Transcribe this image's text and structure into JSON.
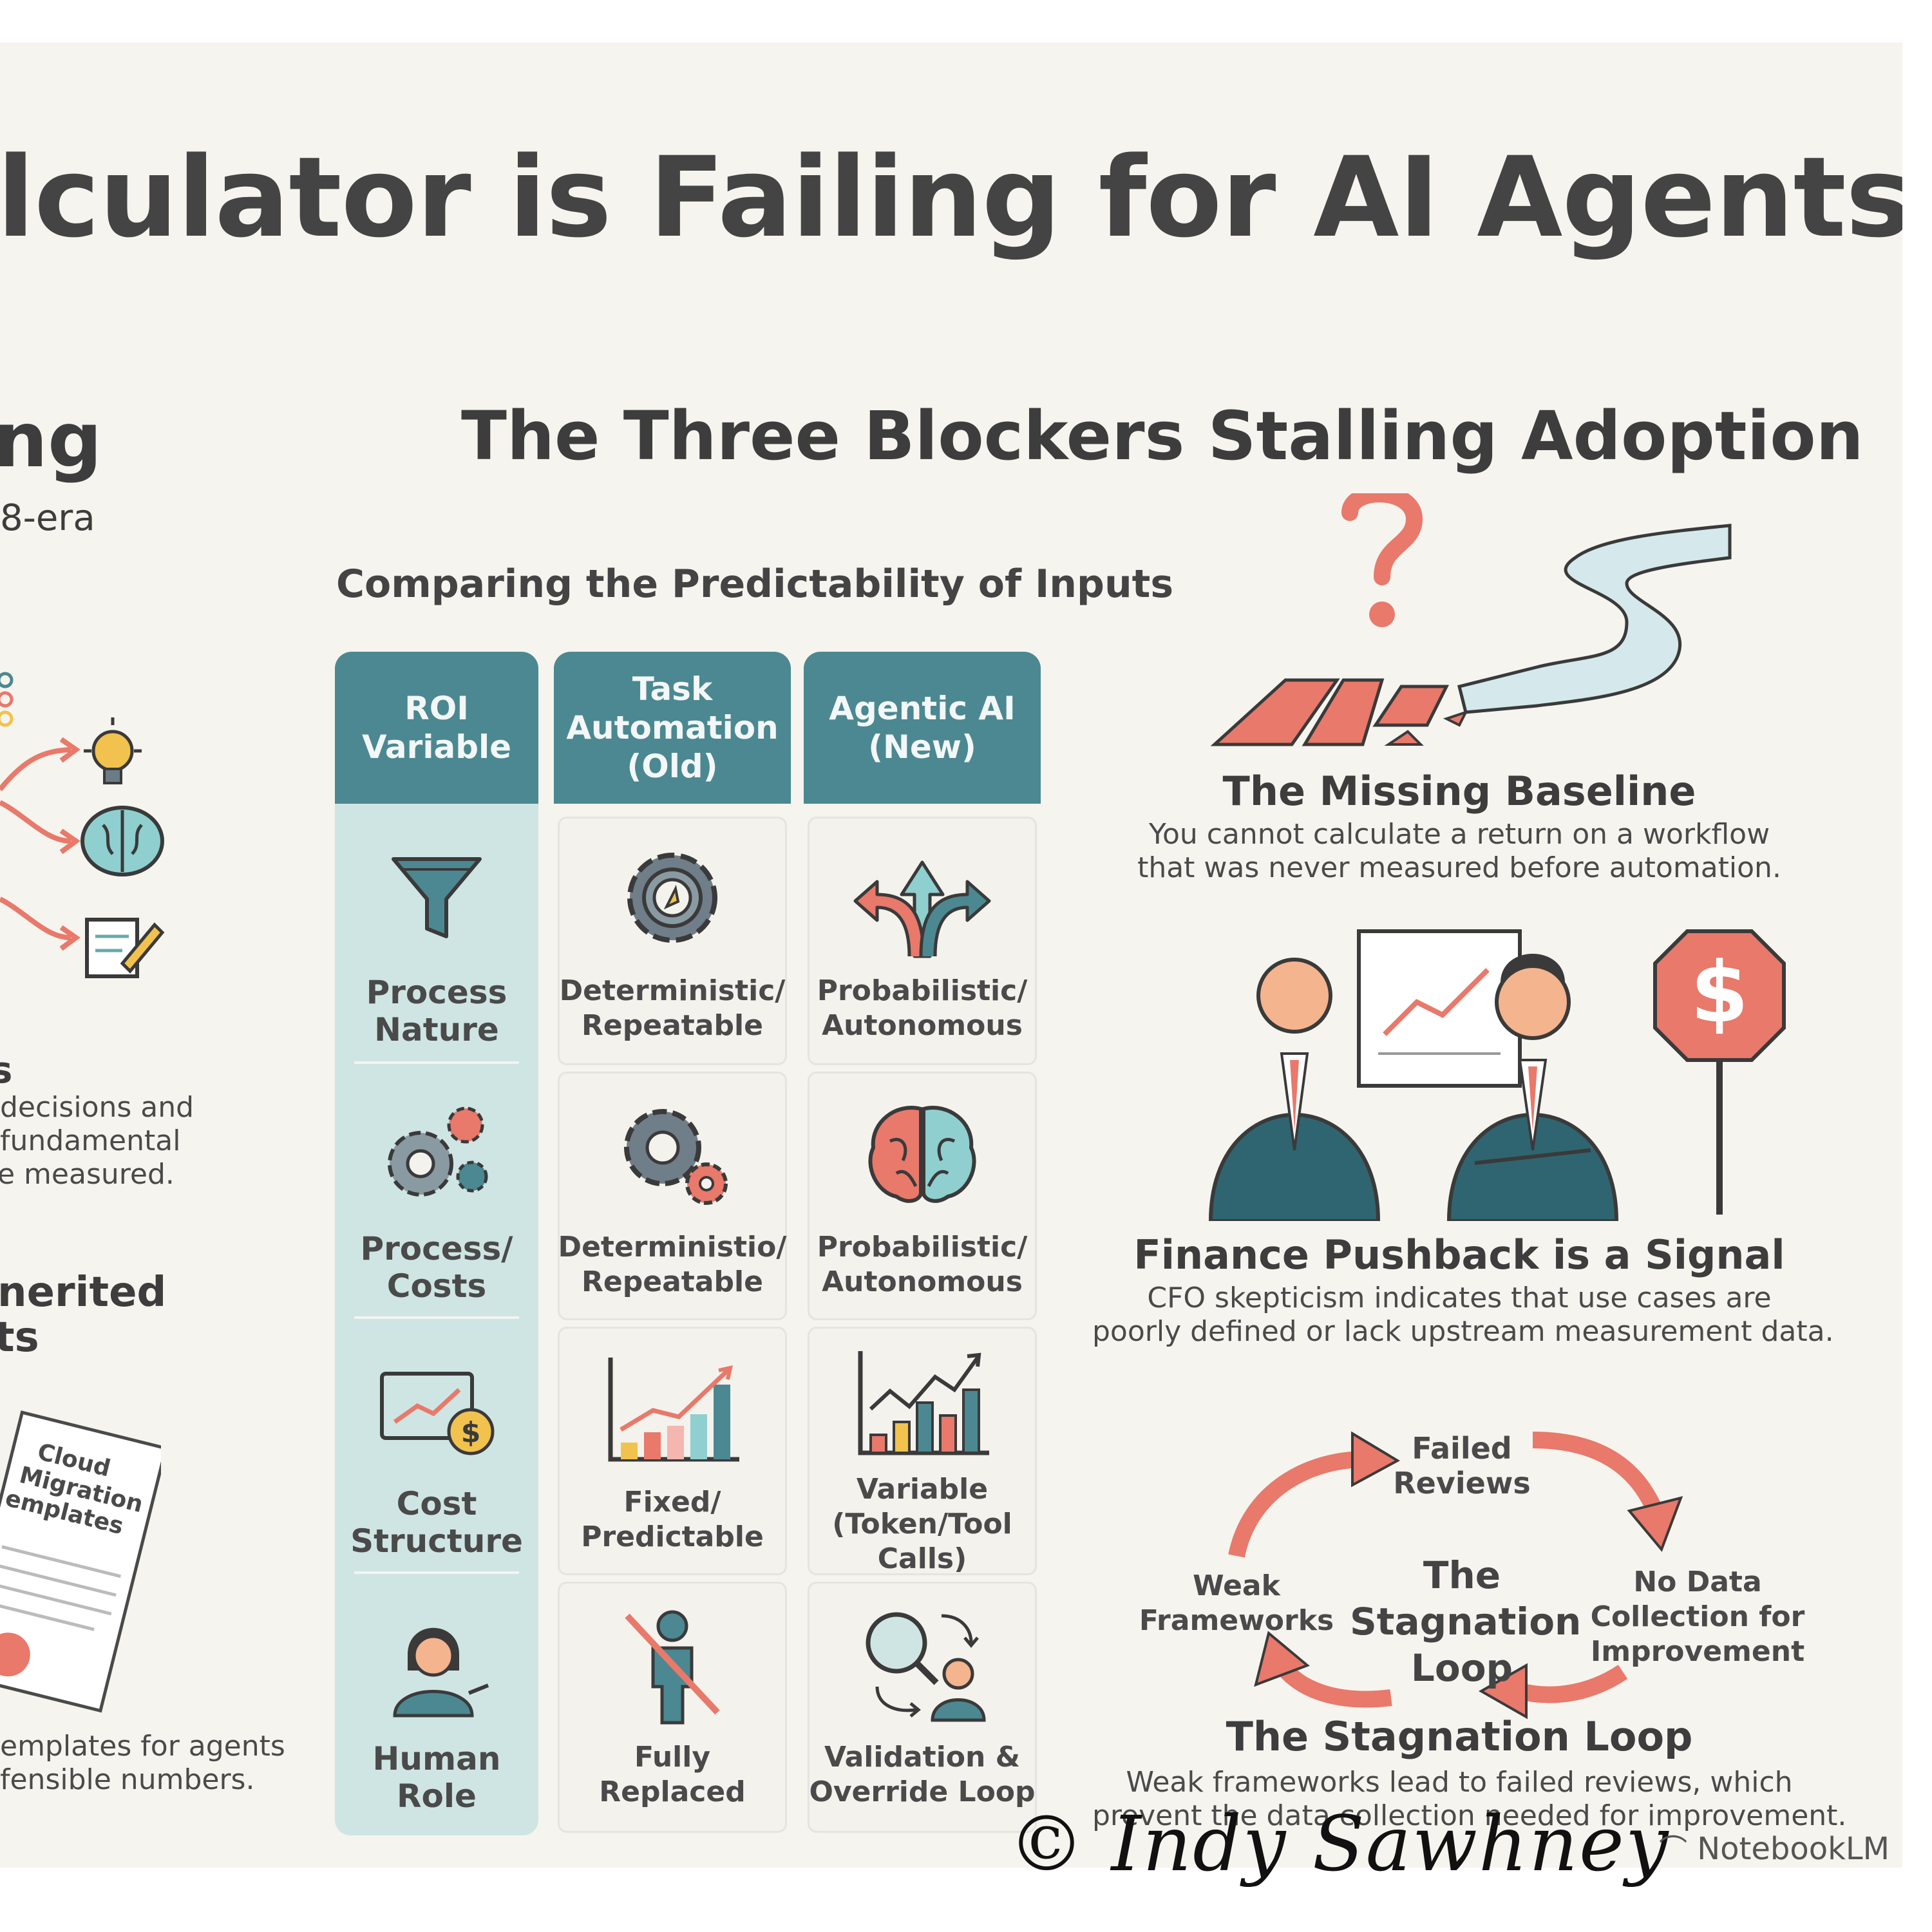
{
  "header": {
    "title_fragment": "alculator is Failing for AI Agents"
  },
  "left_column_fragments": {
    "heading": "ng",
    "subheading": "8-era",
    "section_heading": "s",
    "body_lines": [
      "decisions and",
      "fundamental",
      "e measured."
    ],
    "second_heading_lines": [
      "nerited",
      "ts"
    ],
    "doc_label_lines": [
      "Cloud",
      "Migration",
      "emplates"
    ],
    "footer_lines": [
      "emplates for agents",
      "fensible numbers."
    ]
  },
  "blockers": {
    "title": "The Three Blockers Stalling Adoption",
    "comparison_label": "Comparing the Predictability of Inputs"
  },
  "table": {
    "columns": [
      {
        "header_lines": [
          "ROI",
          "Variable"
        ]
      },
      {
        "header_lines": [
          "Task",
          "Automation",
          "(Old)"
        ]
      },
      {
        "header_lines": [
          "Agentic AI",
          "(New)"
        ]
      }
    ],
    "rows": [
      {
        "variable_lines": [
          "Process",
          "Nature"
        ],
        "old_lines": [
          "Deterministic/",
          "Repeatable"
        ],
        "new_lines": [
          "Probabilistic/",
          "Autonomous"
        ],
        "icons": [
          "funnel-icon",
          "gear-icon",
          "branching-arrows-icon"
        ]
      },
      {
        "variable_lines": [
          "Process/",
          "Costs"
        ],
        "old_lines": [
          "Deterministio/",
          "Repeatable"
        ],
        "new_lines": [
          "Probabilistic/",
          "Autonomous"
        ],
        "icons": [
          "gears-icon",
          "gears-icon",
          "brain-icon"
        ]
      },
      {
        "variable_lines": [
          "Cost",
          "Structure"
        ],
        "old_lines": [
          "Fixed/",
          "Predictable"
        ],
        "new_lines": [
          "Variable",
          "(Token/Tool Calls)"
        ],
        "icons": [
          "cost-chart-icon",
          "bar-chart-icon",
          "bar-chart-icon"
        ]
      },
      {
        "variable_lines": [
          "Human",
          "Role"
        ],
        "old_lines": [
          "Fully",
          "Replaced"
        ],
        "new_lines": [
          "Validation &",
          "Override Loop"
        ],
        "icons": [
          "person-icon",
          "crossed-person-icon",
          "magnifier-person-icon"
        ]
      }
    ]
  },
  "blocker_cards": [
    {
      "title": "The Missing Baseline",
      "desc_lines": [
        "You cannot calculate a return on a workflow",
        "that was never measured before automation."
      ]
    },
    {
      "title": "Finance Pushback is a Signal",
      "desc_lines": [
        "CFO skepticism indicates that use cases are",
        "poorly defined or lack upstream measurement data."
      ]
    },
    {
      "title": "The Stagnation Loop",
      "desc_lines": [
        "Weak frameworks lead to failed reviews, which",
        "prevent the data collection needed for improvement."
      ]
    }
  ],
  "stagnation_loop": {
    "center_lines": [
      "The",
      "Stagnation",
      "Loop"
    ],
    "top_lines": [
      "Failed",
      "Reviews"
    ],
    "left_lines": [
      "Weak",
      "Frameworks"
    ],
    "right_lines": [
      "No Data",
      "Collection for",
      "Improvement"
    ]
  },
  "footer": {
    "signature": "© Indy Sawhney",
    "brand": "NotebookLM"
  },
  "colors": {
    "teal_header": "#4c8891",
    "teal_light": "#cfe5e4",
    "coral": "#e8796b",
    "dark_text": "#3d3d3d",
    "panel_bg": "#f6f4ee"
  }
}
